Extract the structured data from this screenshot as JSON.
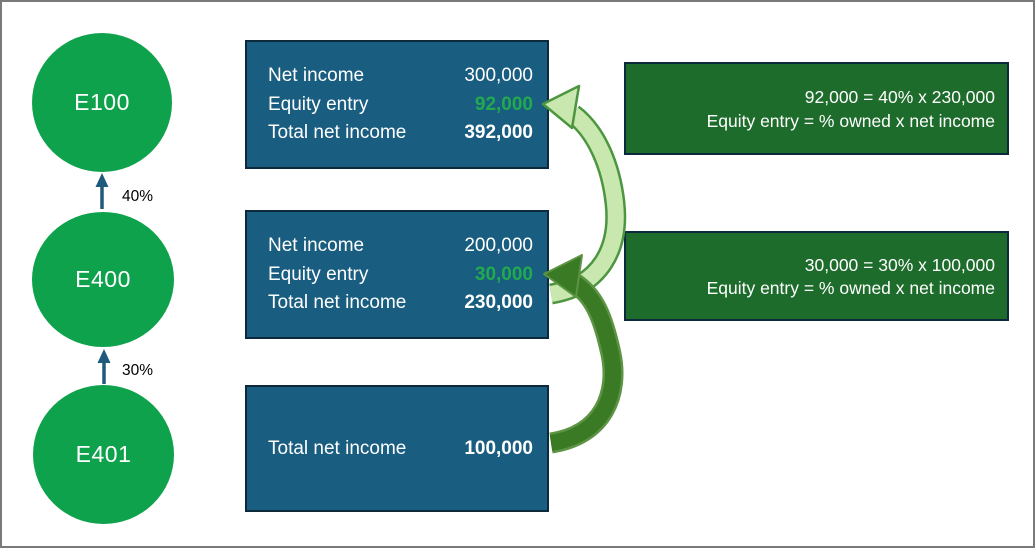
{
  "slide": {
    "entities": [
      {
        "label": "E100"
      },
      {
        "label": "E400"
      },
      {
        "label": "E401"
      }
    ],
    "ownership": [
      {
        "label": "40%"
      },
      {
        "label": "30%"
      }
    ],
    "panels": {
      "e100": {
        "net_income_label": "Net income",
        "net_income_value": "300,000",
        "equity_entry_label": "Equity entry",
        "equity_entry_value": "92,000",
        "total_label": "Total net income",
        "total_value": "392,000"
      },
      "e400": {
        "net_income_label": "Net income",
        "net_income_value": "200,000",
        "equity_entry_label": "Equity entry",
        "equity_entry_value": "30,000",
        "total_label": "Total net income",
        "total_value": "230,000"
      },
      "e401": {
        "total_label": "Total net income",
        "total_value": "100,000"
      }
    },
    "callouts": [
      {
        "formula": "92,000 = 40% x 230,000",
        "rule": "Equity entry = % owned x net income"
      },
      {
        "formula": "30,000 = 30% x 100,000",
        "rule": "Equity entry = % owned x net income"
      }
    ],
    "colors": {
      "entity_green": "#0ea24c",
      "panel_blue": "#195d80",
      "callout_green": "#1d6c2b",
      "equity_highlight_green": "#21aa4e",
      "arrow_light_fill": "#c8e8b0",
      "arrow_outline_green": "#4c9640",
      "arrow_dark_fill": "#3a7a24",
      "connector_blue": "#1e5a7c",
      "border_navy": "#0d2a3c"
    }
  }
}
